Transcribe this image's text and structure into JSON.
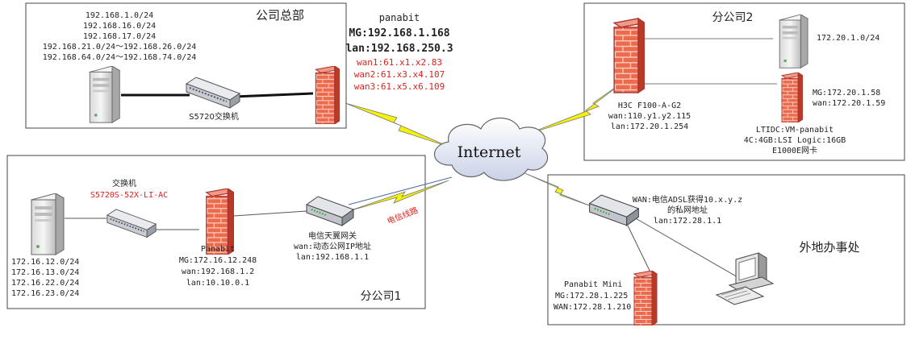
{
  "hq": {
    "title": "公司总部",
    "subnets": [
      "192.168.1.0/24",
      "192.168.16.0/24",
      "192.168.17.0/24",
      "192.168.21.0/24～192.168.26.0/24",
      "192.168.64.0/24～192.168.74.0/24"
    ],
    "switch_label": "S5720交换机",
    "fw_name": "panabit",
    "fw_mg": "MG:192.168.1.168",
    "fw_lan": "lan:192.168.250.3",
    "fw_wans": [
      "wan1:61.x1.x2.83",
      "wan2:61.x3.x4.107",
      "wan3:61.x5.x6.109"
    ]
  },
  "b2": {
    "title": "分公司2",
    "server_subnet": "172.20.1.0/24",
    "h3c": [
      "H3C F100-A-G2",
      "wan:110.y1.y2.115",
      "lan:172.20.1.254"
    ],
    "vm_addr": [
      "MG:172.20.1.58",
      "wan:172.20.1.59"
    ],
    "vm_spec": [
      "LTIDC:VM-panabit",
      "4C:4GB:LSI Logic:16GB",
      "E1000E网卡"
    ]
  },
  "b1": {
    "title": "分公司1",
    "switch_label": "交换机",
    "switch_model": "S5720S-52X-LI-AC",
    "subnets": [
      "172.16.12.0/24",
      "172.16.13.0/24",
      "172.16.22.0/24",
      "172.16.23.0/24"
    ],
    "panabit": [
      "Panabit",
      "MG:172.16.12.248",
      "wan:192.168.1.2",
      "lan:10.10.0.1"
    ],
    "gateway": [
      "电信天翼网关",
      "wan:动态公网IP地址",
      "lan:192.168.1.1"
    ],
    "line_label": "电信线路"
  },
  "remote": {
    "title": "外地办事处",
    "modem": [
      "WAN:电信ADSL获得10.x.y.z",
      "的私网地址",
      "lan:172.28.1.1"
    ],
    "mini": [
      "Panabit Mini",
      "MG:172.28.1.225",
      "WAN:172.28.1.210"
    ]
  },
  "cloud_label": "Internet",
  "colors": {
    "accent_red": "#e0201b",
    "lightning": "#f4f20a",
    "firewall": "#e8553a"
  }
}
